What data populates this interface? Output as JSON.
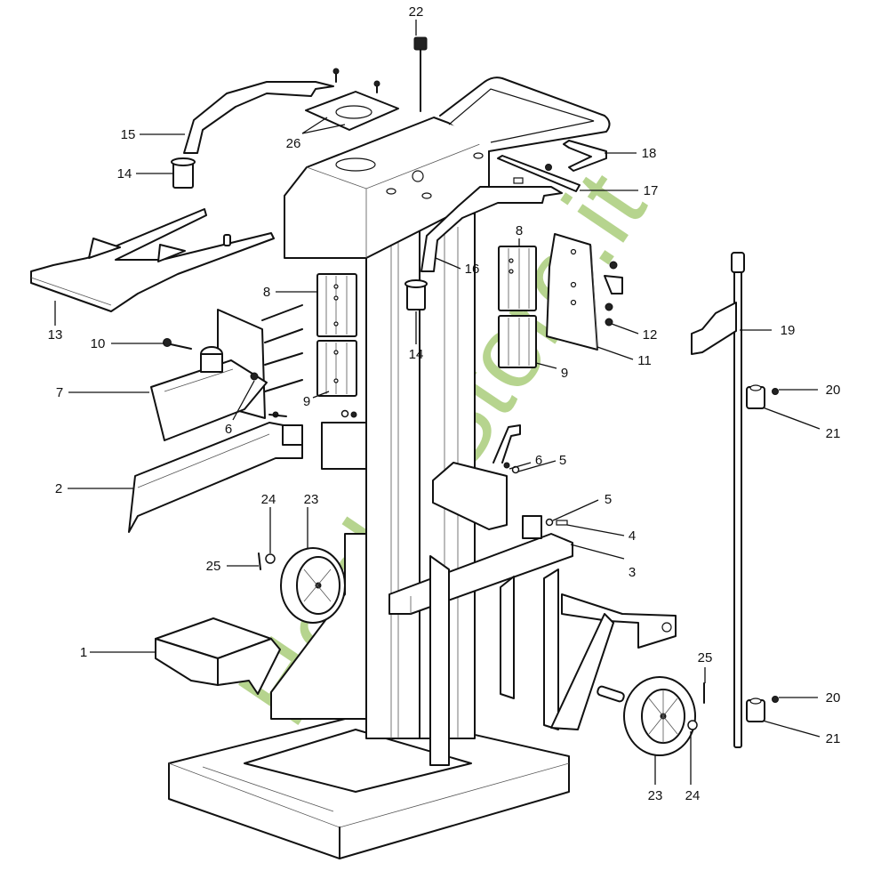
{
  "diagram": {
    "title": "Log splitter stand – exploded parts diagram",
    "watermark": "HobbyStore.it",
    "watermark_color": "#a9cc7a",
    "line_color": "#111111",
    "callouts": [
      {
        "id": "c1",
        "label": "1"
      },
      {
        "id": "c2",
        "label": "2"
      },
      {
        "id": "c3",
        "label": "3"
      },
      {
        "id": "c4",
        "label": "4"
      },
      {
        "id": "c5a",
        "label": "5"
      },
      {
        "id": "c5b",
        "label": "5"
      },
      {
        "id": "c6a",
        "label": "6"
      },
      {
        "id": "c6b",
        "label": "6"
      },
      {
        "id": "c7",
        "label": "7"
      },
      {
        "id": "c8a",
        "label": "8"
      },
      {
        "id": "c8b",
        "label": "8"
      },
      {
        "id": "c9a",
        "label": "9"
      },
      {
        "id": "c9b",
        "label": "9"
      },
      {
        "id": "c10",
        "label": "10"
      },
      {
        "id": "c11",
        "label": "11"
      },
      {
        "id": "c12",
        "label": "12"
      },
      {
        "id": "c13",
        "label": "13"
      },
      {
        "id": "c14a",
        "label": "14"
      },
      {
        "id": "c14b",
        "label": "14"
      },
      {
        "id": "c15",
        "label": "15"
      },
      {
        "id": "c16",
        "label": "16"
      },
      {
        "id": "c17",
        "label": "17"
      },
      {
        "id": "c18",
        "label": "18"
      },
      {
        "id": "c19",
        "label": "19"
      },
      {
        "id": "c20a",
        "label": "20"
      },
      {
        "id": "c20b",
        "label": "20"
      },
      {
        "id": "c21a",
        "label": "21"
      },
      {
        "id": "c21b",
        "label": "21"
      },
      {
        "id": "c22",
        "label": "22"
      },
      {
        "id": "c23a",
        "label": "23"
      },
      {
        "id": "c23b",
        "label": "23"
      },
      {
        "id": "c24a",
        "label": "24"
      },
      {
        "id": "c24b",
        "label": "24"
      },
      {
        "id": "c25a",
        "label": "25"
      },
      {
        "id": "c25b",
        "label": "25"
      },
      {
        "id": "c26",
        "label": "26"
      }
    ]
  }
}
